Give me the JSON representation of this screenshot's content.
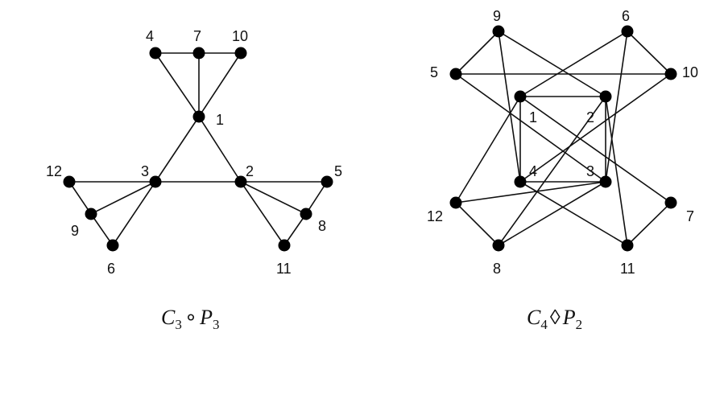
{
  "graphs": [
    {
      "name": "left-graph",
      "caption": {
        "base1": "C",
        "sub1": "3",
        "op": "∘",
        "base2": "P",
        "sub2": "3"
      },
      "vertices": [
        {
          "id": "1",
          "label": "1"
        },
        {
          "id": "2",
          "label": "2"
        },
        {
          "id": "3",
          "label": "3"
        },
        {
          "id": "4",
          "label": "4"
        },
        {
          "id": "5",
          "label": "5"
        },
        {
          "id": "6",
          "label": "6"
        },
        {
          "id": "7",
          "label": "7"
        },
        {
          "id": "8",
          "label": "8"
        },
        {
          "id": "9",
          "label": "9"
        },
        {
          "id": "10",
          "label": "10"
        },
        {
          "id": "11",
          "label": "11"
        },
        {
          "id": "12",
          "label": "12"
        }
      ],
      "edges": [
        [
          "1",
          "2"
        ],
        [
          "2",
          "3"
        ],
        [
          "3",
          "1"
        ],
        [
          "4",
          "7"
        ],
        [
          "7",
          "10"
        ],
        [
          "1",
          "4"
        ],
        [
          "1",
          "7"
        ],
        [
          "1",
          "10"
        ],
        [
          "2",
          "5"
        ],
        [
          "2",
          "8"
        ],
        [
          "2",
          "11"
        ],
        [
          "5",
          "8"
        ],
        [
          "8",
          "11"
        ],
        [
          "3",
          "12"
        ],
        [
          "3",
          "9"
        ],
        [
          "3",
          "6"
        ],
        [
          "12",
          "9"
        ],
        [
          "9",
          "6"
        ]
      ]
    },
    {
      "name": "right-graph",
      "caption": {
        "base1": "C",
        "sub1": "4",
        "op": "◊",
        "base2": "P",
        "sub2": "2"
      },
      "vertices": [
        {
          "id": "1",
          "label": "1"
        },
        {
          "id": "2",
          "label": "2"
        },
        {
          "id": "3",
          "label": "3"
        },
        {
          "id": "4",
          "label": "4"
        },
        {
          "id": "5",
          "label": "5"
        },
        {
          "id": "6",
          "label": "6"
        },
        {
          "id": "7",
          "label": "7"
        },
        {
          "id": "8",
          "label": "8"
        },
        {
          "id": "9",
          "label": "9"
        },
        {
          "id": "10",
          "label": "10"
        },
        {
          "id": "11",
          "label": "11"
        },
        {
          "id": "12",
          "label": "12"
        }
      ],
      "edges": [
        [
          "1",
          "2"
        ],
        [
          "2",
          "3"
        ],
        [
          "3",
          "4"
        ],
        [
          "4",
          "1"
        ],
        [
          "9",
          "5"
        ],
        [
          "9",
          "2"
        ],
        [
          "9",
          "4"
        ],
        [
          "5",
          "10"
        ],
        [
          "5",
          "3"
        ],
        [
          "6",
          "10"
        ],
        [
          "6",
          "1"
        ],
        [
          "6",
          "3"
        ],
        [
          "10",
          "4"
        ],
        [
          "7",
          "11"
        ],
        [
          "7",
          "1"
        ],
        [
          "11",
          "2"
        ],
        [
          "11",
          "4"
        ],
        [
          "8",
          "12"
        ],
        [
          "8",
          "2"
        ],
        [
          "8",
          "3"
        ],
        [
          "12",
          "3"
        ],
        [
          "12",
          "1"
        ]
      ]
    }
  ]
}
